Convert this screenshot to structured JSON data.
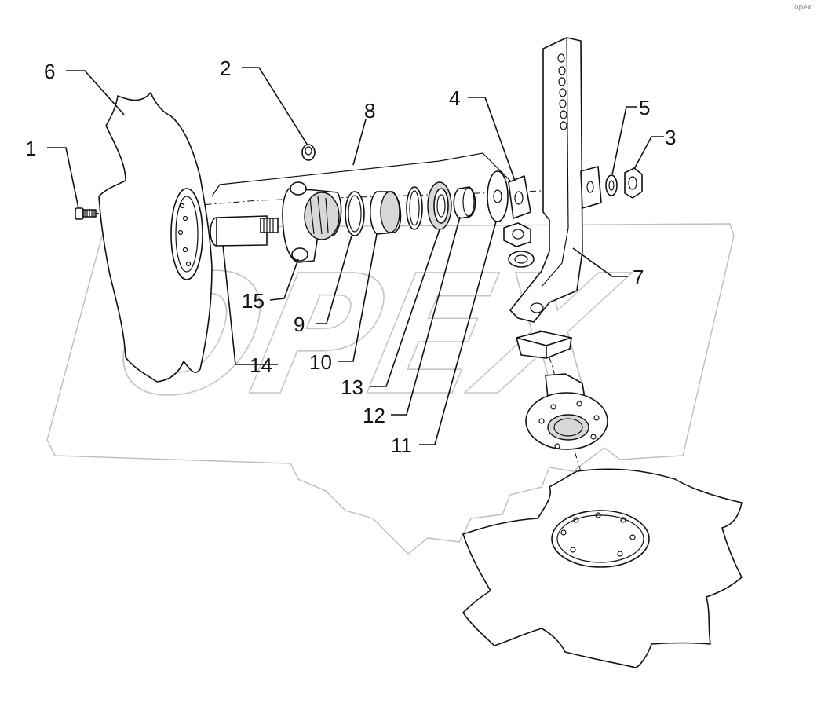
{
  "diagram": {
    "watermark_text": "OPEX",
    "corner_mark": "opex",
    "callouts": [
      {
        "id": "1",
        "label": "1"
      },
      {
        "id": "2",
        "label": "2"
      },
      {
        "id": "3",
        "label": "3"
      },
      {
        "id": "4",
        "label": "4"
      },
      {
        "id": "5",
        "label": "5"
      },
      {
        "id": "6",
        "label": "6"
      },
      {
        "id": "7",
        "label": "7"
      },
      {
        "id": "8",
        "label": "8"
      },
      {
        "id": "9",
        "label": "9"
      },
      {
        "id": "10",
        "label": "10"
      },
      {
        "id": "11",
        "label": "11"
      },
      {
        "id": "12",
        "label": "12"
      },
      {
        "id": "13",
        "label": "13"
      },
      {
        "id": "14",
        "label": "14"
      },
      {
        "id": "15",
        "label": "15"
      }
    ]
  }
}
